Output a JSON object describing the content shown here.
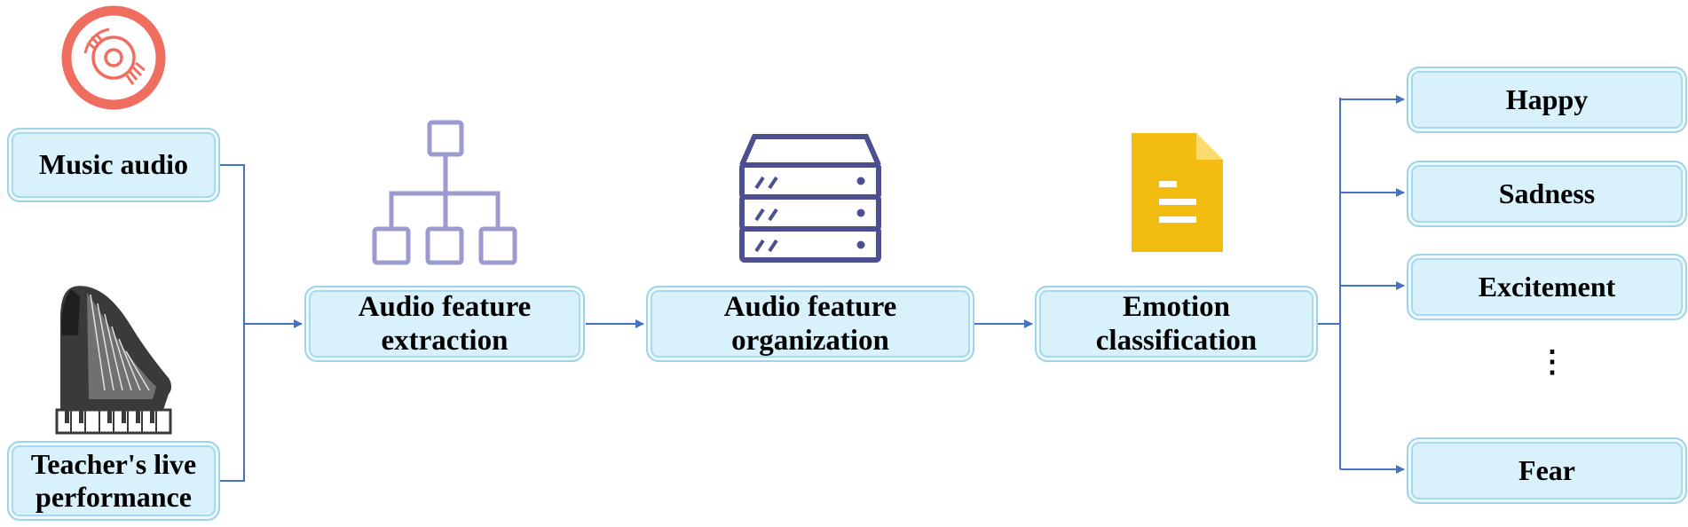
{
  "inputs": {
    "music_audio": "Music audio",
    "teacher_line1": "Teacher's live",
    "teacher_line2": "performance"
  },
  "stages": {
    "extraction": {
      "line1": "Audio feature",
      "line2": "extraction"
    },
    "organization": {
      "line1": "Audio feature",
      "line2": "organization"
    },
    "classification": {
      "line1": "Emotion",
      "line2": "classification"
    }
  },
  "emotions": [
    "Happy",
    "Sadness",
    "Excitement",
    "Fear"
  ],
  "ellipsis": "⋮",
  "colors": {
    "box_fill": "#d8f1fb",
    "box_border": "#9fd3e6",
    "arrow": "#4472c4",
    "disc_icon": "#f06e60",
    "hierarchy_icon": "#9b9bcf",
    "server_icon": "#4d4f91",
    "document_icon": "#f2bc10",
    "piano_icon": "#3a3a3a"
  },
  "icons": [
    "disc-icon",
    "piano-icon",
    "hierarchy-icon",
    "server-icon",
    "document-icon"
  ]
}
